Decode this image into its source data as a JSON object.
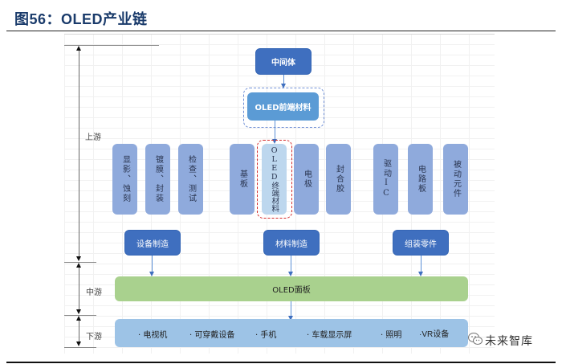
{
  "figure": {
    "title": "图56：OLED产业链"
  },
  "stages": {
    "upstream": "上游",
    "midstream": "中游",
    "downstream": "下游"
  },
  "upstream": {
    "intermediate": "中间体",
    "front_materials": "OLED前端材料",
    "equipment_items": [
      "显影、蚀刻",
      "镀膜、封装",
      "检查、测试"
    ],
    "material_items": [
      "基板",
      "OLED终端材料",
      "电极",
      "封合胶"
    ],
    "component_items": [
      "驱动IC",
      "电路板",
      "被动元件"
    ],
    "categories": [
      "设备制造",
      "材料制造",
      "组装零件"
    ]
  },
  "midstream": {
    "panel": "OLED面板"
  },
  "downstream": {
    "applications": [
      "电视机",
      "可穿戴设备",
      "手机",
      "车载显示屏",
      "照明",
      "VR设备"
    ],
    "bullet": "·"
  },
  "watermark": {
    "text": "未来智库",
    "icon": "wechat-icon"
  },
  "colors": {
    "dark_blue": "#3f6fbf",
    "mid_blue": "#5b9bd5",
    "box_blue": "#8faadc",
    "light_blue": "#bdd7ee",
    "panel_green": "#a9d18e",
    "downstream_blue": "#9dc3e6",
    "highlight_red": "#d42a2a"
  }
}
